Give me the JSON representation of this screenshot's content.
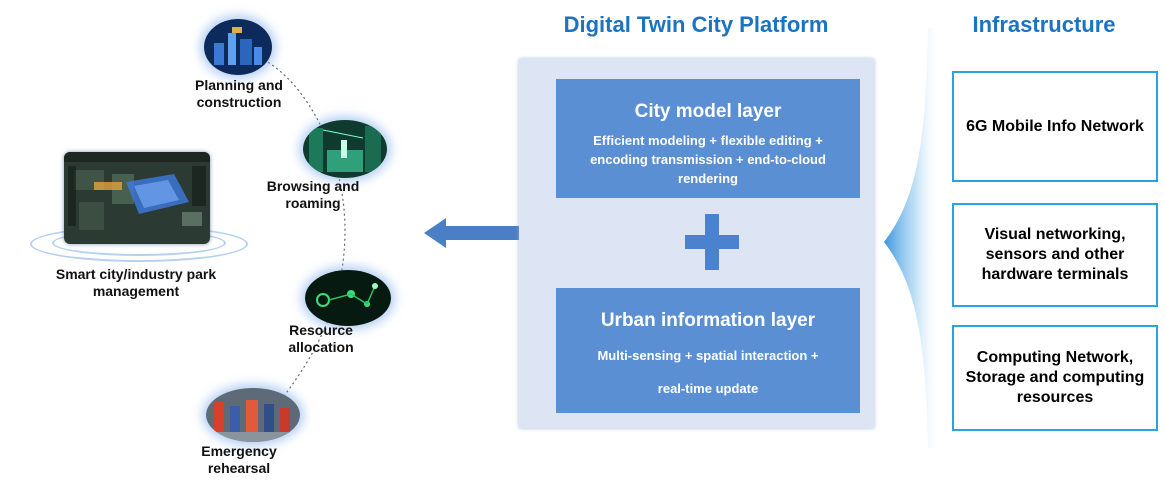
{
  "applications": {
    "main": {
      "label_line1": "Smart city/industry park",
      "label_line2": "management"
    },
    "items": [
      {
        "label_line1": "Planning and",
        "label_line2": "construction"
      },
      {
        "label_line1": "Browsing and",
        "label_line2": "roaming"
      },
      {
        "label_line1": "Resource",
        "label_line2": "allocation"
      },
      {
        "label_line1": "Emergency",
        "label_line2": "rehearsal"
      }
    ]
  },
  "platform": {
    "title": "Digital Twin City Platform",
    "city_model_layer": {
      "title": "City model layer",
      "description": "Efficient modeling + flexible editing + encoding transmission + end-to-cloud rendering"
    },
    "urban_information_layer": {
      "title": "Urban information layer",
      "description_line1": "Multi-sensing + spatial interaction +",
      "description_line2": "real-time update"
    }
  },
  "infrastructure": {
    "title": "Infrastructure",
    "items": [
      "6G Mobile Info Network",
      "Visual networking, sensors and other hardware terminals",
      "Computing Network, Storage and computing resources"
    ]
  },
  "colors": {
    "title_blue": "#1b73c1",
    "layer_blue": "#5a8fd4",
    "panel_background": "#dde5f5",
    "infra_border": "#2aa4e0",
    "arrow_blue": "#4a7fc6"
  }
}
